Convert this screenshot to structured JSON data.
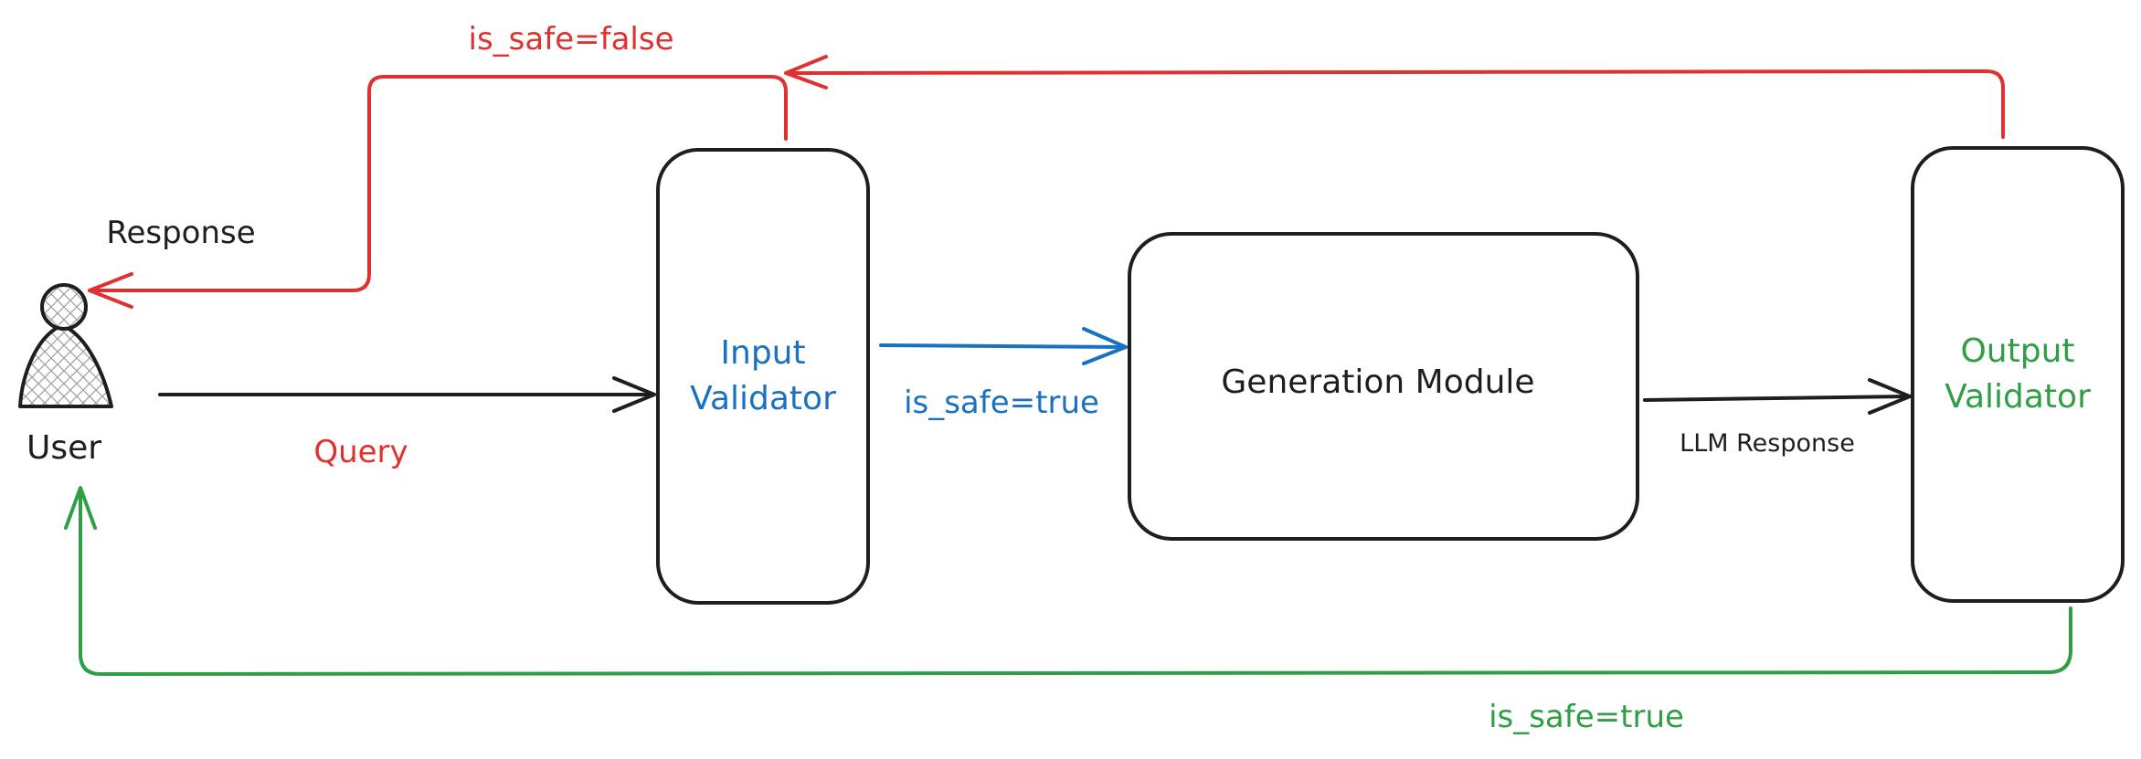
{
  "colors": {
    "ink": "#1e1e1e",
    "red": "#e03131",
    "blue": "#1971c2",
    "green": "#2f9e44"
  },
  "icons": {
    "user": "person-icon"
  },
  "nodes": {
    "user": {
      "label": "User"
    },
    "input_validator": {
      "line1": "Input",
      "line2": "Validator"
    },
    "generation_module": {
      "label": "Generation Module"
    },
    "output_validator": {
      "line1": "Output",
      "line2": "Validator"
    }
  },
  "edges": {
    "query": {
      "label": "Query"
    },
    "input_safe": {
      "label": "is_safe=true"
    },
    "llm_response": {
      "label": "LLM Response"
    },
    "output_unsafe": {
      "label": "is_safe=false"
    },
    "response": {
      "label": "Response"
    },
    "output_safe": {
      "label": "is_safe=true"
    }
  }
}
